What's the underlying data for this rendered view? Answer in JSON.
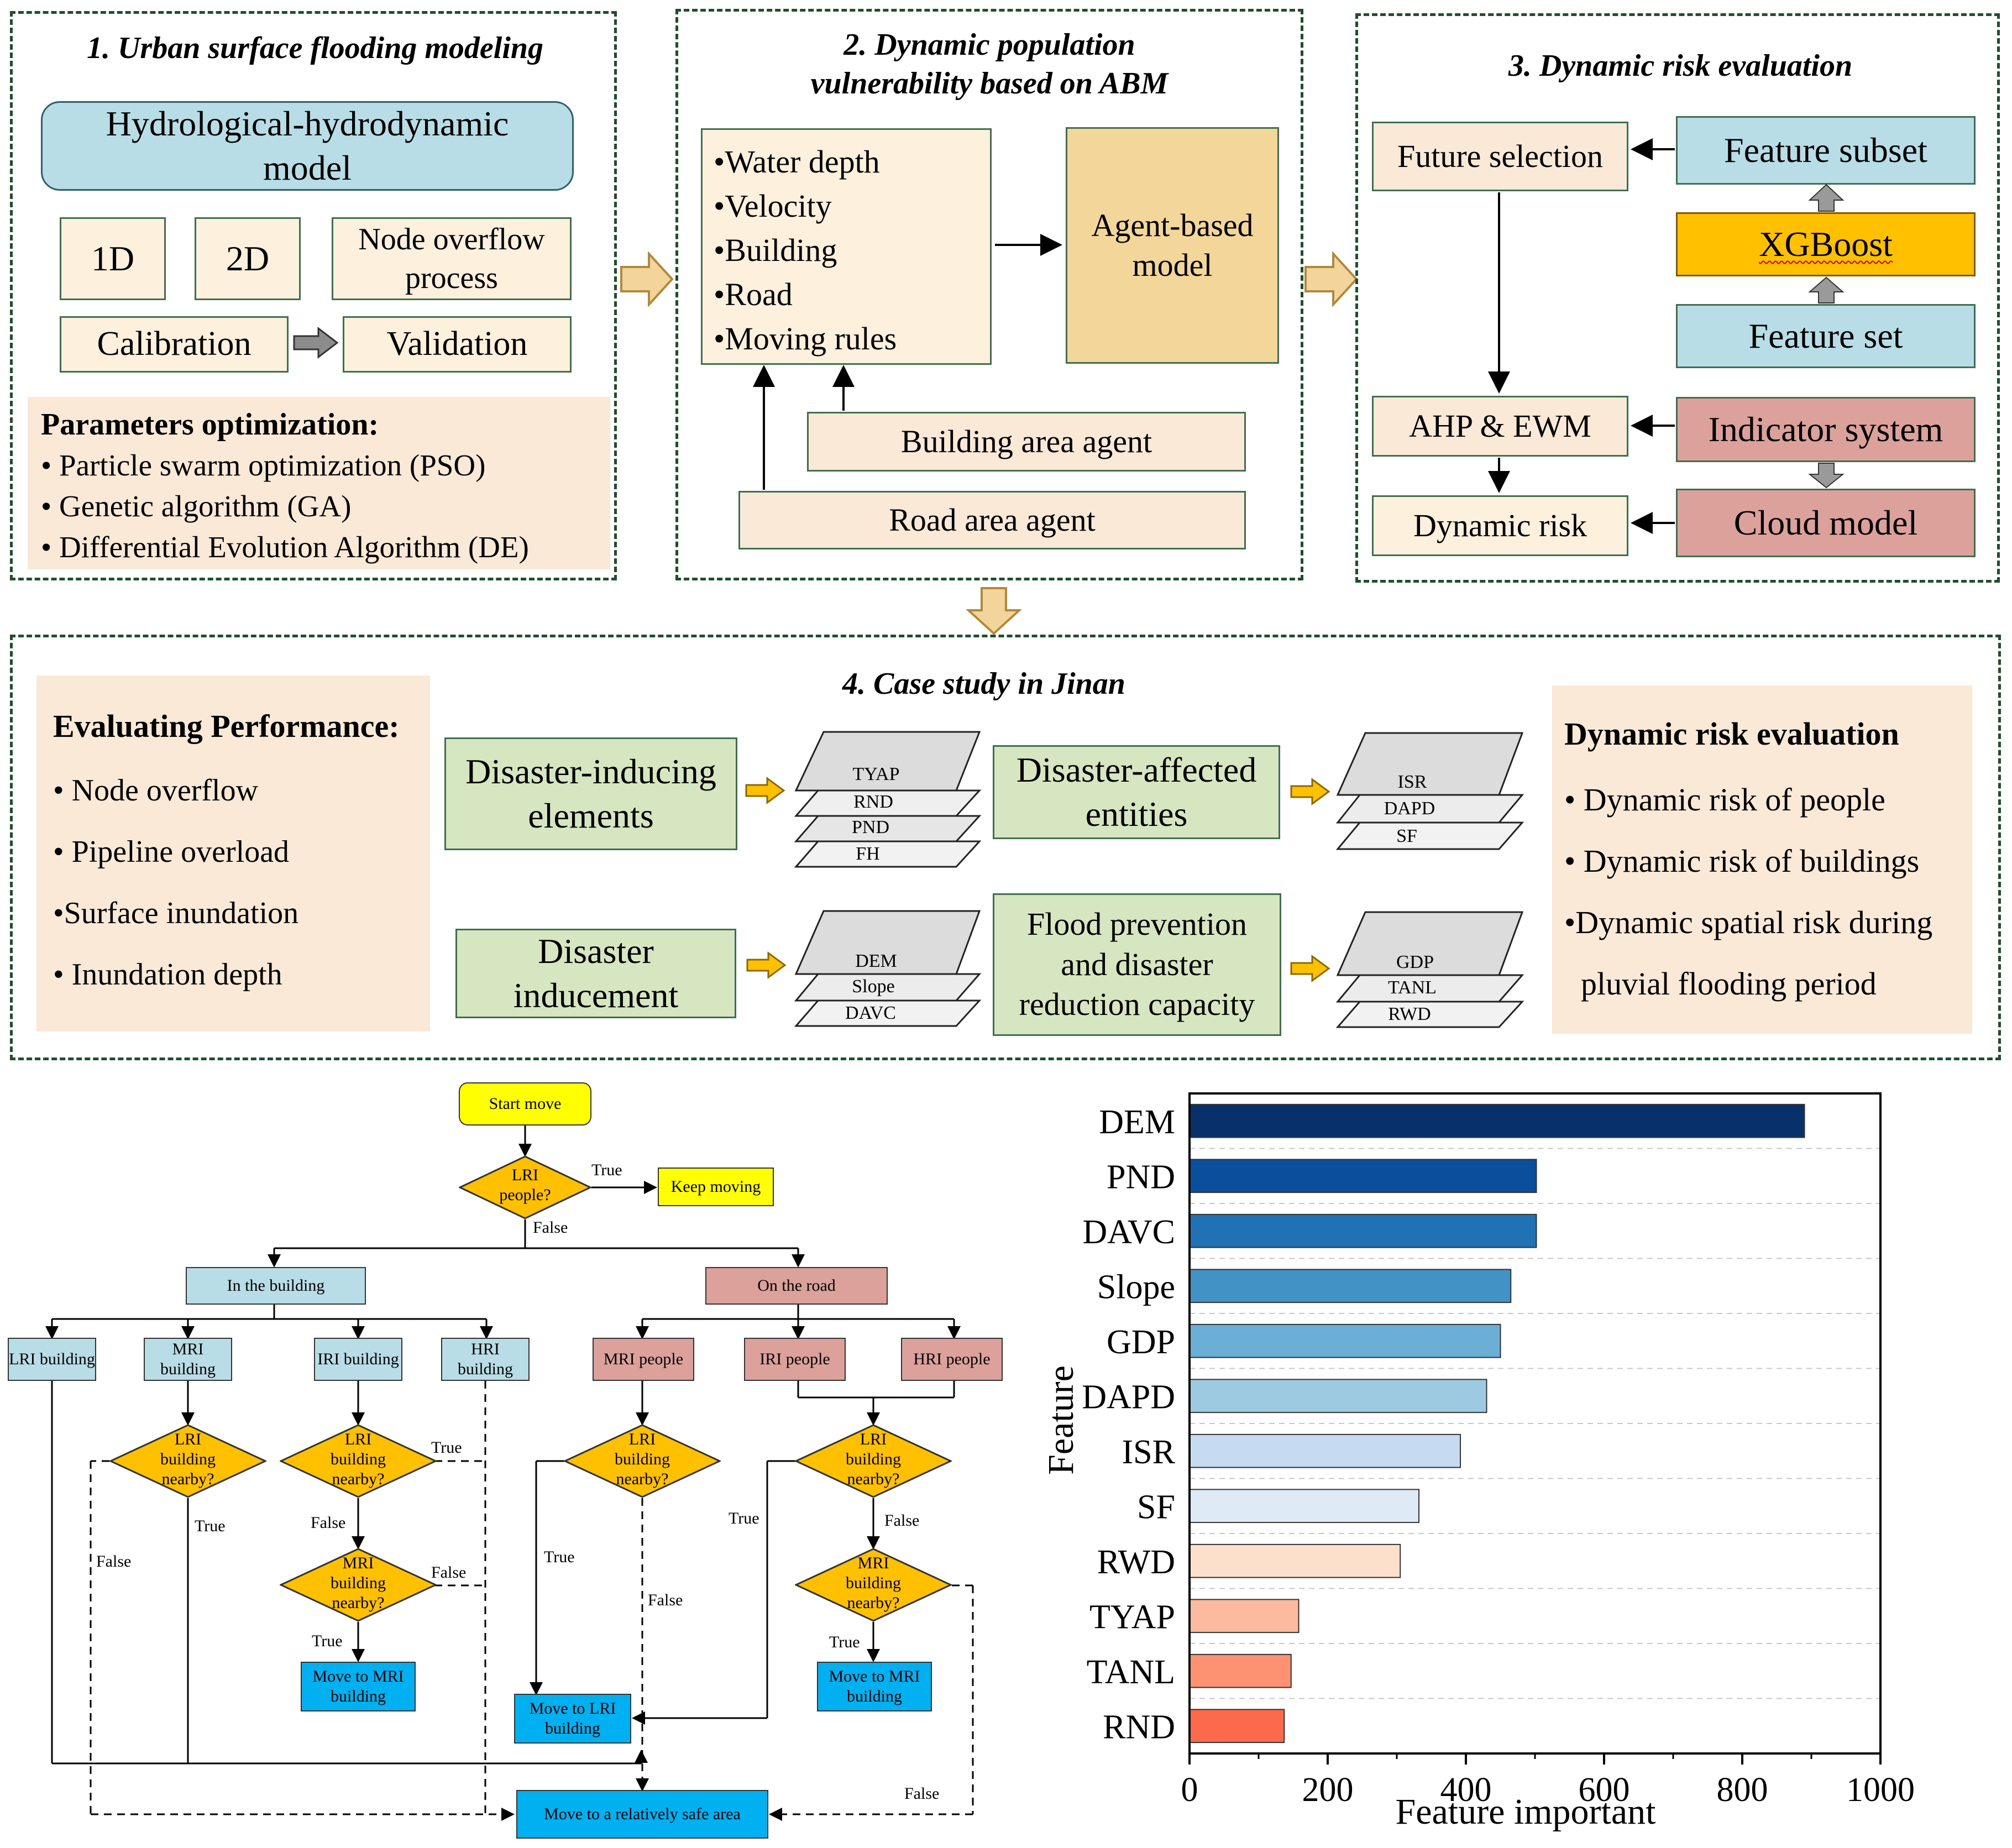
{
  "section1": {
    "title": "1. Urban surface flooding modeling",
    "model": "Hydrological-hydrodynamic model",
    "box_1d": "1D",
    "box_2d": "2D",
    "node_overflow": "Node overflow process",
    "calibration": "Calibration",
    "validation": "Validation",
    "params_title": "Parameters optimization:",
    "params": [
      "• Particle swarm optimization (PSO)",
      "• Genetic algorithm (GA)",
      "• Differential Evolution Algorithm (DE)"
    ]
  },
  "section2": {
    "title": "2. Dynamic  population vulnerability based on ABM",
    "inputs": [
      "•Water depth",
      "•Velocity",
      "•Building",
      "•Road",
      "•Moving rules"
    ],
    "agent_model": "Agent-based model",
    "building_agent": "Building area agent",
    "road_agent": "Road area agent"
  },
  "section3": {
    "title": "3. Dynamic risk evaluation",
    "future_selection": "Future selection",
    "feature_subset": "Feature subset",
    "xgboost": "XGBoost",
    "feature_set": "Feature set",
    "ahp_ewm": "AHP & EWM",
    "indicator_system": "Indicator system",
    "dynamic_risk": "Dynamic risk",
    "cloud_model": "Cloud model"
  },
  "section4": {
    "title": "4. Case study in Jinan",
    "eval_title": "Evaluating Performance:",
    "eval_items": [
      "• Node overflow",
      "• Pipeline overload",
      "•Surface inundation",
      "• Inundation depth"
    ],
    "disaster_inducing": "Disaster-inducing elements",
    "layers_1": [
      "TYAP",
      "RND",
      "PND",
      "FH"
    ],
    "disaster_affected": "Disaster-affected entities",
    "layers_2": [
      "ISR",
      "DAPD",
      "SF"
    ],
    "disaster_inducement": "Disaster inducement",
    "layers_3": [
      "DEM",
      "Slope",
      "DAVC"
    ],
    "flood_prevention": "Flood prevention and disaster reduction capacity",
    "layers_4": [
      "GDP",
      "TANL",
      "RWD"
    ],
    "risk_title": "Dynamic risk evaluation",
    "risk_items": [
      "• Dynamic risk of people",
      "• Dynamic risk of buildings",
      "•Dynamic spatial risk during",
      "pluvial flooding period"
    ]
  },
  "flowchart": {
    "start": "Start move",
    "lri_people": "LRI people?",
    "true": "True",
    "false": "False",
    "keep_moving": "Keep moving",
    "in_building": "In the building",
    "on_road": "On the road",
    "lri_building": "LRI building",
    "mri_building": "MRI building",
    "iri_building": "IRI building",
    "hri_building": "HRI building",
    "mri_people": "MRI people",
    "iri_people": "IRI people",
    "hri_people": "HRI people",
    "lri_nearby": "LRI building nearby?",
    "mri_nearby": "MRI building nearby?",
    "move_mri": "Move to MRI building",
    "move_lri": "Move to LRI building",
    "move_safe": "Move to a relatively safe area"
  },
  "chart_data": {
    "type": "bar",
    "orientation": "horizontal",
    "categories": [
      "DEM",
      "PND",
      "DAVC",
      "Slope",
      "GDP",
      "DAPD",
      "ISR",
      "SF",
      "RWD",
      "TYAP",
      "TANL",
      "RND"
    ],
    "values": [
      890,
      502,
      502,
      465,
      450,
      430,
      392,
      332,
      305,
      158,
      147,
      137
    ],
    "colors": [
      "#08306b",
      "#0b4f9c",
      "#2171b5",
      "#4292c6",
      "#6baed6",
      "#9ecae1",
      "#c6dbef",
      "#deebf7",
      "#fde0cc",
      "#fcbba1",
      "#fc9272",
      "#fb6a4a"
    ],
    "xlabel": "Feature important",
    "ylabel": "Feature",
    "xlim": [
      0,
      1000
    ],
    "xticks": [
      0,
      200,
      400,
      600,
      800,
      1000
    ]
  }
}
